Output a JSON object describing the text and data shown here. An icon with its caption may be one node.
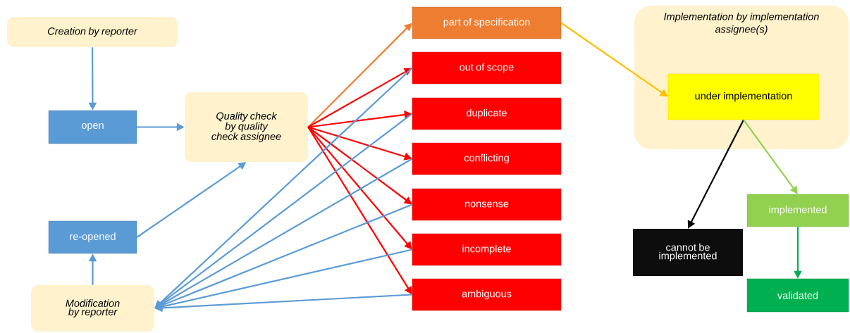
{
  "diagram": {
    "nodes": [
      {
        "text": [
          "Creation by reporter"
        ]
      },
      {
        "text": [
          "open"
        ]
      },
      {
        "text": [
          "Quality check by quality check assignee"
        ]
      },
      {
        "text": [
          "re-opened"
        ]
      },
      {
        "text": [
          "Modification by reporter"
        ]
      },
      {
        "text": [
          "part of specification"
        ]
      },
      {
        "text": [
          "out of scope"
        ]
      },
      {
        "text": [
          "duplicate"
        ]
      },
      {
        "text": [
          "conflicting"
        ]
      },
      {
        "text": [
          "nonsense"
        ]
      },
      {
        "text": [
          "incomplete"
        ]
      },
      {
        "text": [
          "ambiguous"
        ]
      },
      {
        "text": [
          "Implementation by implementation assignee(s)"
        ]
      },
      {
        "text": [
          "under implementation"
        ],
        "in": 12
      },
      {
        "text": [
          "cannot be implemented"
        ]
      },
      {
        "text": [
          "implemented"
        ]
      },
      {
        "text": [
          "validated"
        ]
      }
    ],
    "edges": [
      {
        "from": 0,
        "to": 1,
        "arrow": "to"
      },
      {
        "from": 1,
        "to": 2,
        "arrow": "to"
      },
      {
        "from": 3,
        "to": 2,
        "arrow": "to"
      },
      {
        "from": 4,
        "to": 3,
        "arrow": "to"
      },
      {
        "from": 2,
        "to": 5,
        "arrow": "to",
        "color": "#ed7d31"
      },
      {
        "from": 2,
        "to": 6,
        "arrow": "to",
        "color": "#ff0000"
      },
      {
        "from": 2,
        "to": 7,
        "arrow": "to",
        "color": "#ff0000"
      },
      {
        "from": 2,
        "to": 8,
        "arrow": "to",
        "color": "#ff0000"
      },
      {
        "from": 2,
        "to": 9,
        "arrow": "to",
        "color": "#ff0000"
      },
      {
        "from": 2,
        "to": 10,
        "arrow": "to",
        "color": "#ff0000"
      },
      {
        "from": 2,
        "to": 11,
        "arrow": "to",
        "color": "#ff0000"
      },
      {
        "from": 6,
        "to": 4,
        "arrow": "to"
      },
      {
        "from": 7,
        "to": 4,
        "arrow": "to"
      },
      {
        "from": 8,
        "to": 4,
        "arrow": "to"
      },
      {
        "from": 9,
        "to": 4,
        "arrow": "to"
      },
      {
        "from": 10,
        "to": 4,
        "arrow": "to"
      },
      {
        "from": 11,
        "to": 4,
        "arrow": "to"
      },
      {
        "from": 5,
        "to": 13,
        "arrow": "to",
        "color": "#ffc000"
      },
      {
        "from": 13,
        "to": 14,
        "arrow": "to",
        "color": "#000000"
      },
      {
        "from": 13,
        "to": 15,
        "arrow": "to",
        "color": "#92d050"
      },
      {
        "from": 15,
        "to": 16,
        "arrow": "to",
        "color": "#00b050"
      }
    ]
  }
}
